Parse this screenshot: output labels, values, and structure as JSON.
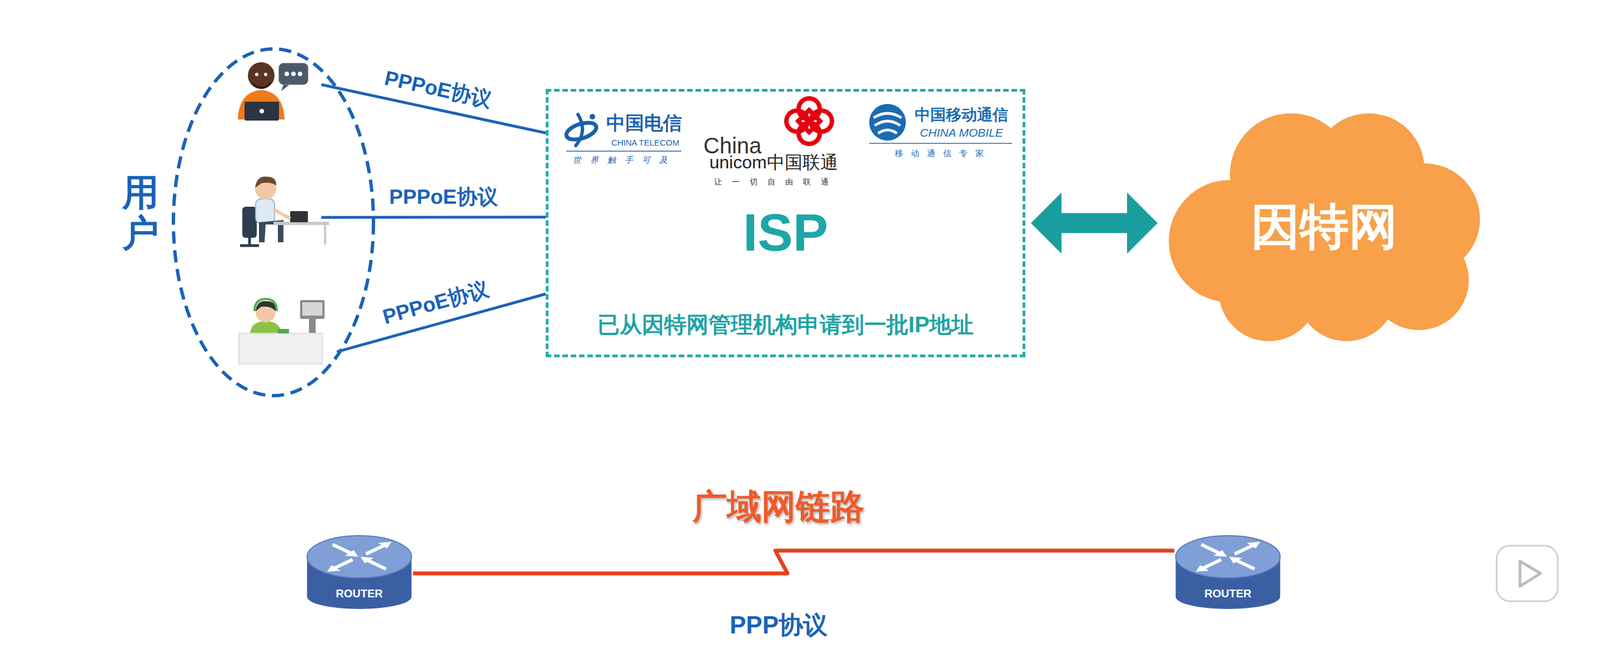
{
  "diagram": {
    "nodes": [
      {
        "text": [
          "用户"
        ]
      },
      {
        "text": [
          "ISP",
          "已从因特网管理机构申请到一批IP地址"
        ]
      },
      {
        "text": [
          "因特网"
        ]
      },
      {
        "text": [
          "ROUTER"
        ]
      },
      {
        "text": [
          "ROUTER"
        ]
      }
    ],
    "edges": [
      {
        "from": 0,
        "to": 1,
        "label": "PPPoE协议",
        "arrow": "none"
      },
      {
        "from": 0,
        "to": 1,
        "label": "PPPoE协议",
        "arrow": "none"
      },
      {
        "from": 0,
        "to": 1,
        "label": "PPPoE协议",
        "arrow": "none"
      },
      {
        "from": 1,
        "to": 2,
        "arrow": "both"
      },
      {
        "from": 3,
        "to": 4,
        "arrow": "none"
      }
    ],
    "labels": [
      "中国电信",
      "CHINA TELECOM",
      "世界触手可及",
      "China",
      "unicom中国联通",
      "让一切自由联通",
      "中国移动通信",
      "CHINA MOBILE",
      "移动通信专家",
      "广域网链路",
      "PPP协议"
    ]
  }
}
